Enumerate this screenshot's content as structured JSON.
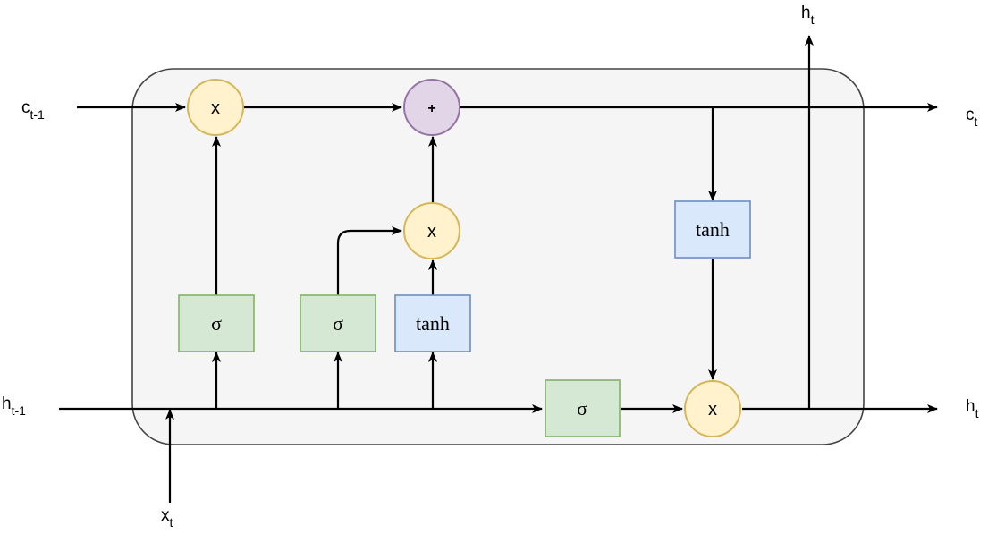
{
  "labels": {
    "c_prev": {
      "base": "c",
      "sub": "t-1"
    },
    "c_next": {
      "base": "c",
      "sub": "t"
    },
    "h_prev": {
      "base": "h",
      "sub": "t-1"
    },
    "h_next": {
      "base": "h",
      "sub": "t"
    },
    "h_top": {
      "base": "h",
      "sub": "t"
    },
    "x_in": {
      "base": "x",
      "sub": "t"
    }
  },
  "ops": {
    "mult": "x",
    "add": "+"
  },
  "gates": {
    "sigma": "σ",
    "tanh": "tanh"
  },
  "colors": {
    "mult_fill": "#fff2cc",
    "add_fill": "#e1d5e7",
    "sigma_fill": "#d5e8d4",
    "tanh_fill": "#dae8fc",
    "cell_fill": "#f5f5f5"
  }
}
